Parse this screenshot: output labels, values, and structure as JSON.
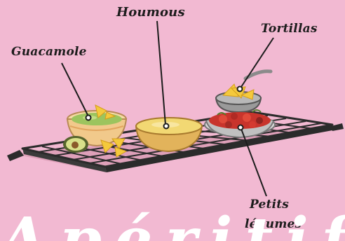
{
  "labels": {
    "guacamole": "Guacamole",
    "houmous": "Houmous",
    "tortillas": "Tortillas",
    "petits": "Petits",
    "legumes": "légumes"
  },
  "bottom_text": "Apéritif",
  "colors": {
    "background": "#f2b9d2",
    "label_text": "#1c1c1c",
    "bottom_text": "#ffffff",
    "tray": "#2b2b2b",
    "guacamole": "#9cc45e",
    "houmous": "#f2d873",
    "tortilla_chips": "#f4c93c",
    "vegetables": "#c8342c"
  }
}
